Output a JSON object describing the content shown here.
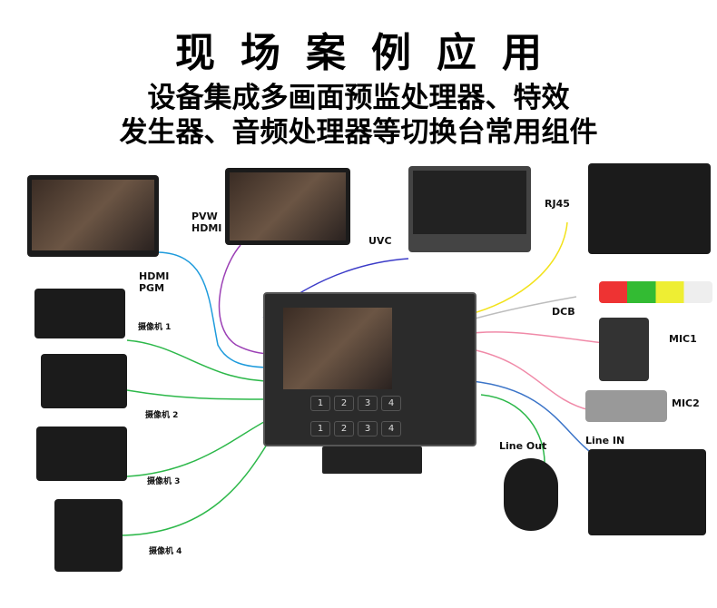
{
  "title": {
    "line1": "现场案例应用",
    "line2": "设备集成多画面预监处理器、特效",
    "line3": "发生器、音频处理器等切换台常用组件"
  },
  "labels": {
    "hdmi_pgm": "HDMI\nPGM",
    "pvw_hdmi": "PVW\nHDMI",
    "uvc": "UVC",
    "rj45": "RJ45",
    "dcb": "DCB",
    "mic1": "MIC1",
    "mic2": "MIC2",
    "line_in": "Line IN",
    "line_out": "Line Out",
    "cam1": "摄像机 1",
    "cam2": "摄像机 2",
    "cam3": "摄像机 3",
    "cam4": "摄像机 4"
  },
  "device_keys": [
    "1",
    "2",
    "3",
    "4"
  ],
  "colors": {
    "hdmi_pgm": "#1e9bdc",
    "pvw": "#9b3fb5",
    "uvc": "#3b3bc8",
    "rj45": "#f2e21a",
    "dcb": "#bdbdbd",
    "mic": "#f08aa8",
    "line_in": "#3b74c8",
    "line_out": "#2db84a",
    "camera": "#2db84a"
  }
}
